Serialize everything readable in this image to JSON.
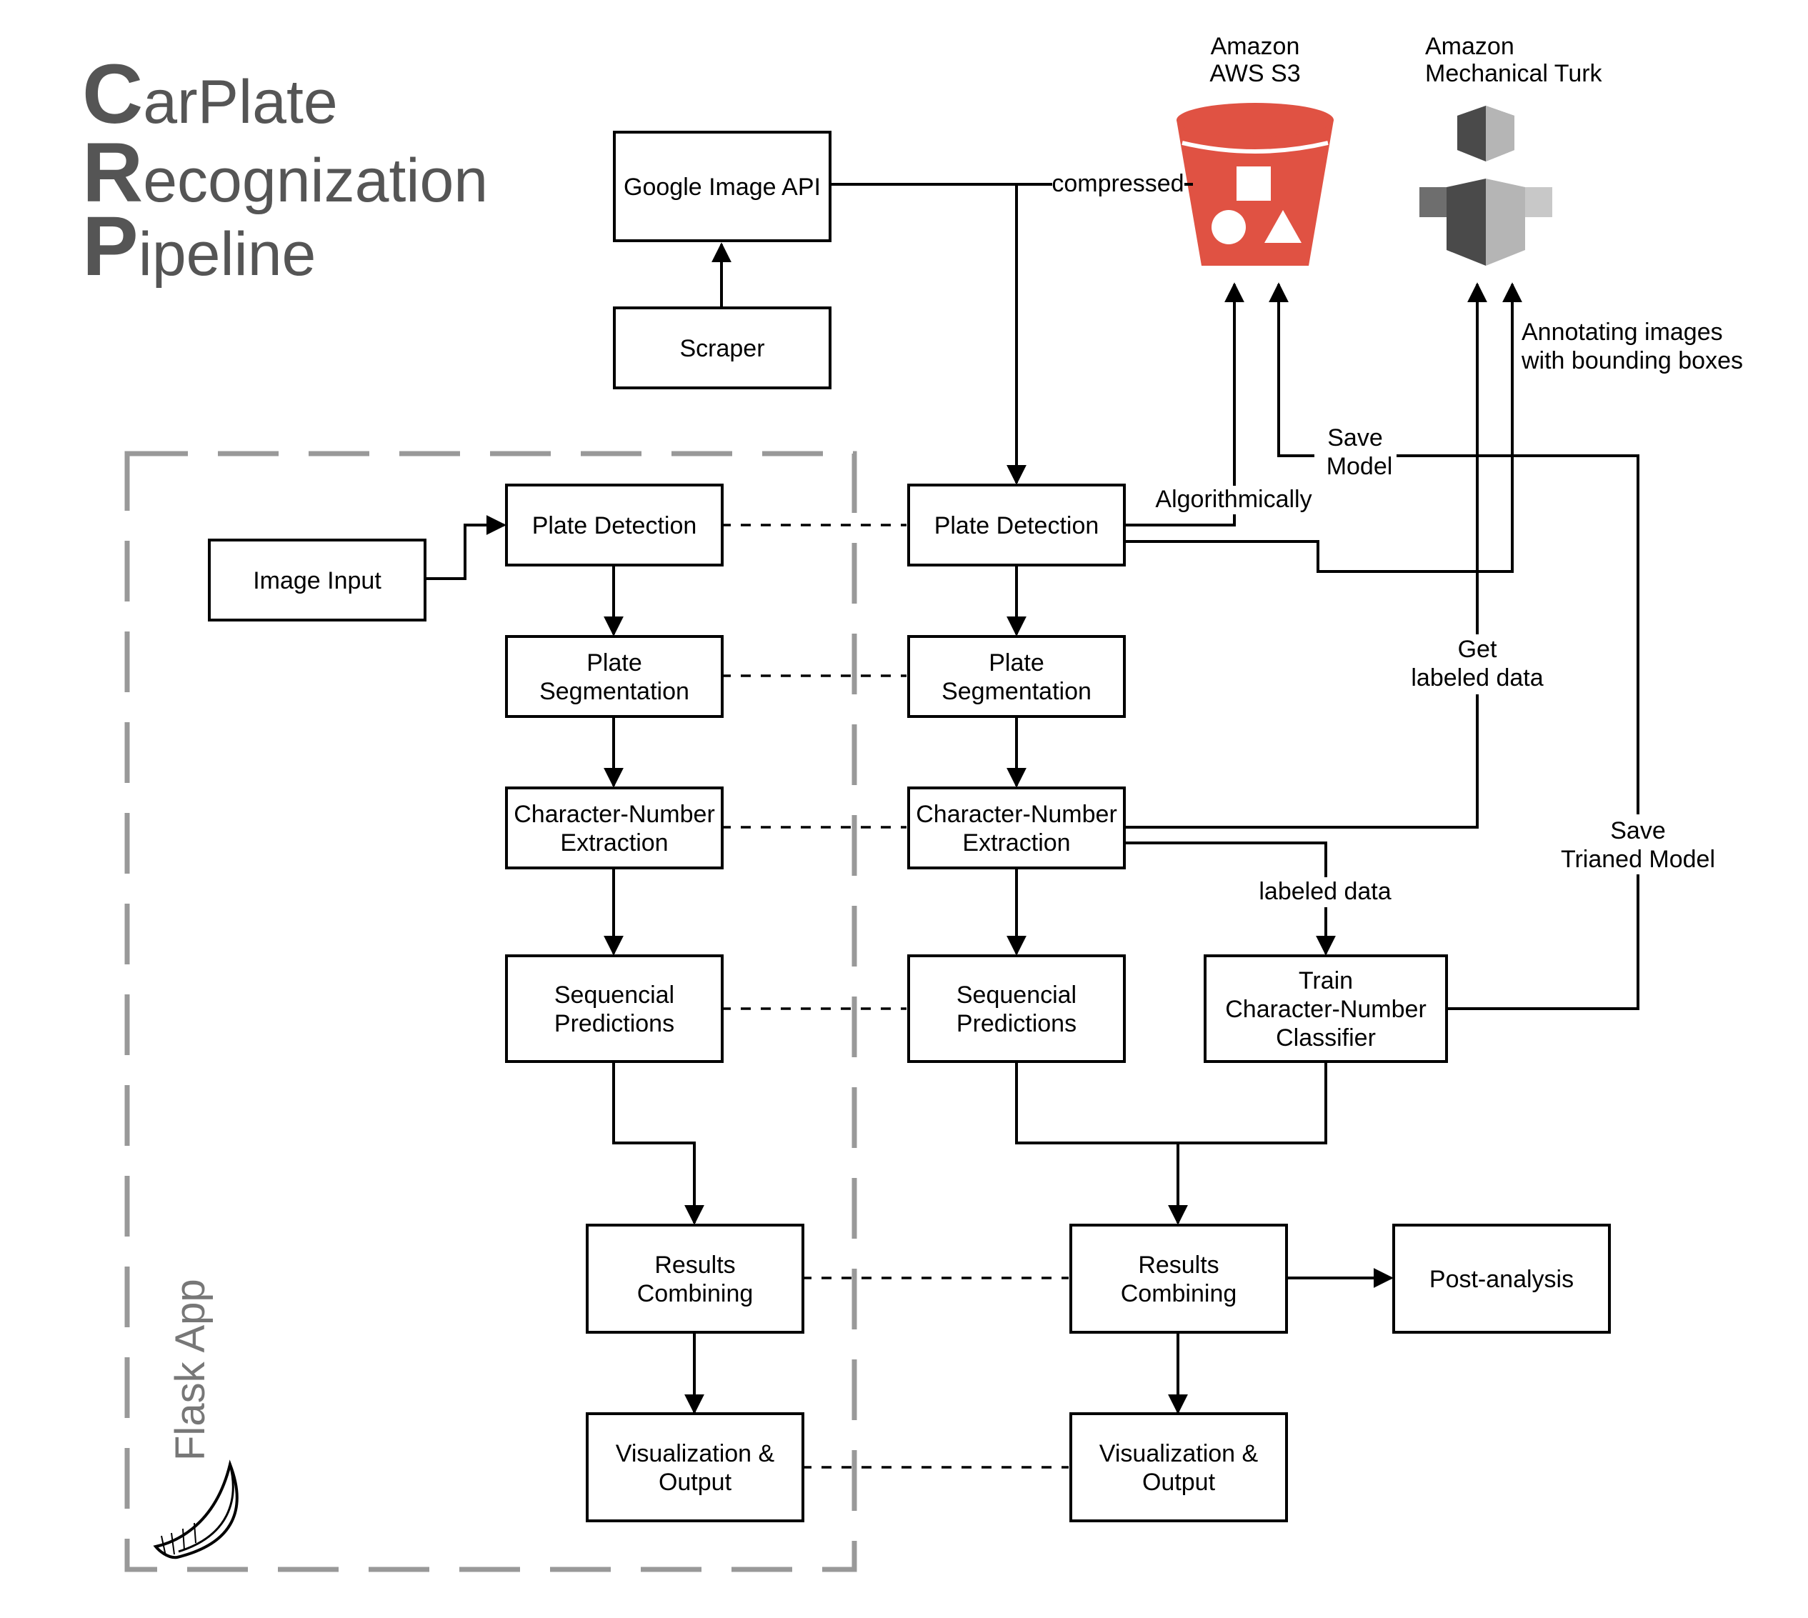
{
  "title": {
    "line1": {
      "initial": "C",
      "rest": "arPlate"
    },
    "line2": {
      "initial": "R",
      "rest": "ecognization"
    },
    "line3": {
      "initial": "P",
      "rest": "ipeline"
    }
  },
  "flask_label": "Flask App",
  "services": {
    "s3": {
      "line1": "Amazon",
      "line2": "AWS S3",
      "color": "#e05243"
    },
    "mturk": {
      "line1": "Amazon",
      "line2": "Mechanical Turk"
    }
  },
  "nodes": {
    "google_api": [
      "Google Image API"
    ],
    "scraper": [
      "Scraper"
    ],
    "image_input": [
      "Image Input"
    ],
    "l_detect": [
      "Plate Detection"
    ],
    "l_seg": [
      "Plate",
      "Segmentation"
    ],
    "l_char": [
      "Character-Number",
      "Extraction"
    ],
    "l_seq": [
      "Sequencial",
      "Predictions"
    ],
    "l_comb": [
      "Results",
      "Combining"
    ],
    "l_vis": [
      "Visualization &",
      "Output"
    ],
    "r_detect": [
      "Plate Detection"
    ],
    "r_seg": [
      "Plate",
      "Segmentation"
    ],
    "r_char": [
      "Character-Number",
      "Extraction"
    ],
    "r_seq": [
      "Sequencial",
      "Predictions"
    ],
    "train": [
      "Train",
      "Character-Number",
      "Classifier"
    ],
    "r_comb": [
      "Results",
      "Combining"
    ],
    "r_vis": [
      "Visualization &",
      "Output"
    ],
    "post": [
      "Post-analysis"
    ]
  },
  "edge_labels": {
    "compressed": "compressed",
    "algorithmically": "Algorithmically",
    "save_model": [
      "Save",
      "Model"
    ],
    "annotating": [
      "Annotating images",
      "with bounding boxes"
    ],
    "get_labeled": [
      "Get",
      "labeled data"
    ],
    "labeled_data": "labeled data",
    "save_trained": [
      "Save",
      "Trianed Model"
    ]
  }
}
